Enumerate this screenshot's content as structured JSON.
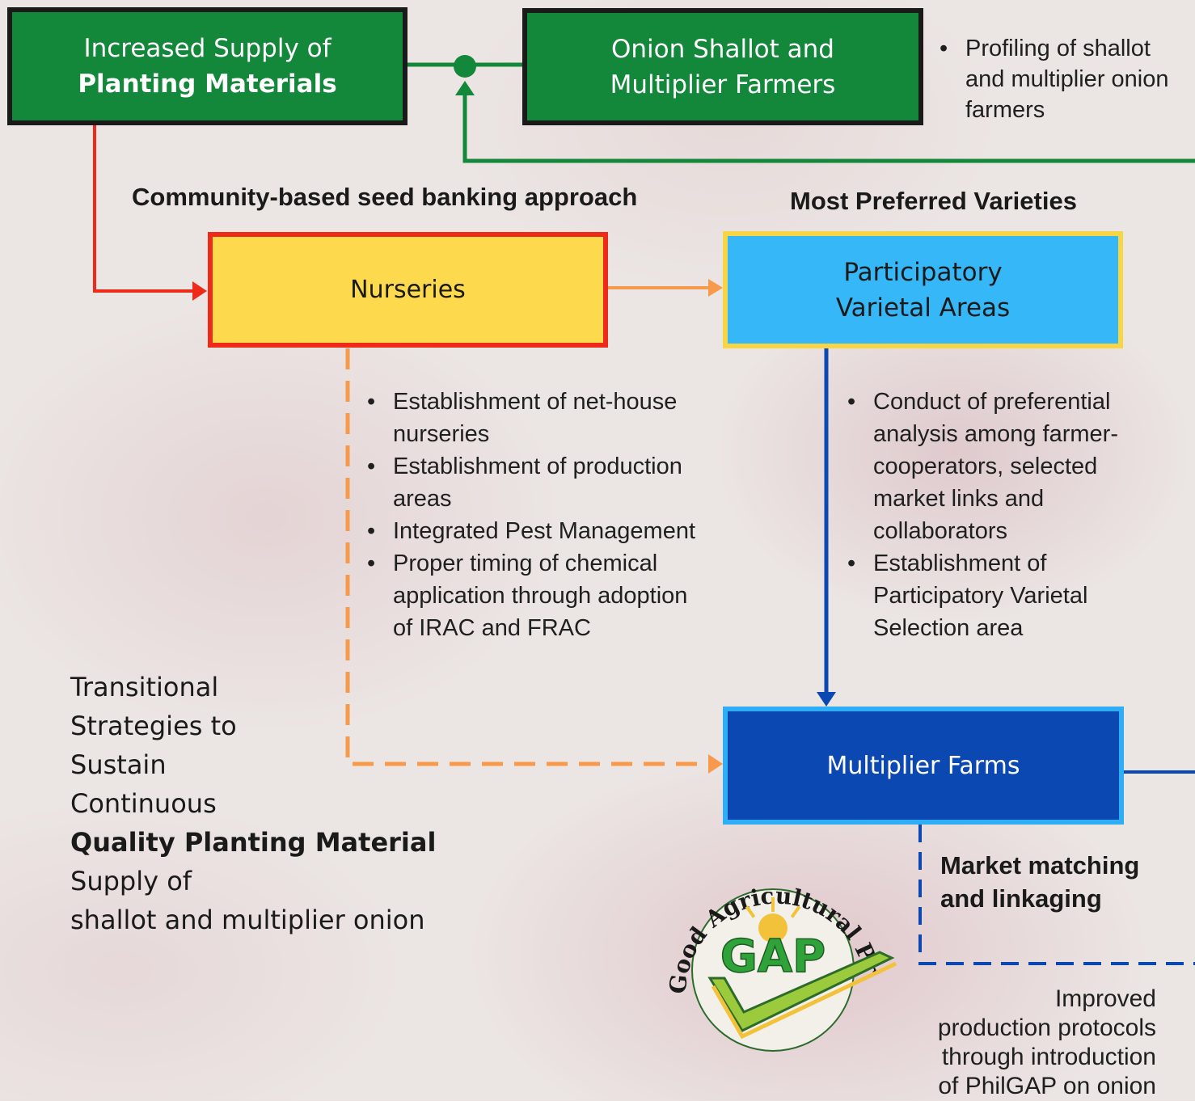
{
  "boxes": {
    "supply": {
      "line1": "Increased Supply of",
      "line2": "Planting Materials"
    },
    "farmers": {
      "line1": "Onion Shallot and",
      "line2": "Multiplier Farmers"
    },
    "nurseries": {
      "label": "Nurseries"
    },
    "pva": {
      "line1": "Participatory",
      "line2": "Varietal Areas"
    },
    "multiplier": {
      "label": "Multiplier Farms"
    }
  },
  "labels": {
    "seedbank": "Community-based seed banking approach",
    "preferred": "Most Preferred Varieties",
    "market": "Market matching and linkaging"
  },
  "lists": {
    "profiling": [
      "Profiling of shallot and multiplier onion farmers"
    ],
    "nurseries": [
      "Establishment of net-house nurseries",
      "Establishment of production areas",
      "Integrated Pest Management",
      "Proper timing of chemical application through adoption of IRAC and FRAC"
    ],
    "pva": [
      "Conduct of preferential analysis among farmer-cooperators, selected market links and collaborators",
      "Establishment of Participatory Varietal Selection area"
    ]
  },
  "title": {
    "line1": "Transitional",
    "line2": "Strategies to",
    "line3": "Sustain",
    "line4": "Continuous",
    "line5": "Quality Planting Material",
    "line6": "Supply of",
    "line7": "shallot and multiplier onion"
  },
  "note": {
    "line1": "Improved",
    "line2": "production protocols",
    "line3": "through introduction",
    "line4": "of PhilGAP on onion"
  },
  "logo": {
    "arc_text": "Good Agricultural Practices",
    "center_text": "GAP"
  },
  "colors": {
    "green": "#13873a",
    "red": "#ee2a1b",
    "orange": "#f79a4b",
    "yellow": "#fdd94e",
    "sky": "#36b7f7",
    "blue": "#0c48b2"
  }
}
